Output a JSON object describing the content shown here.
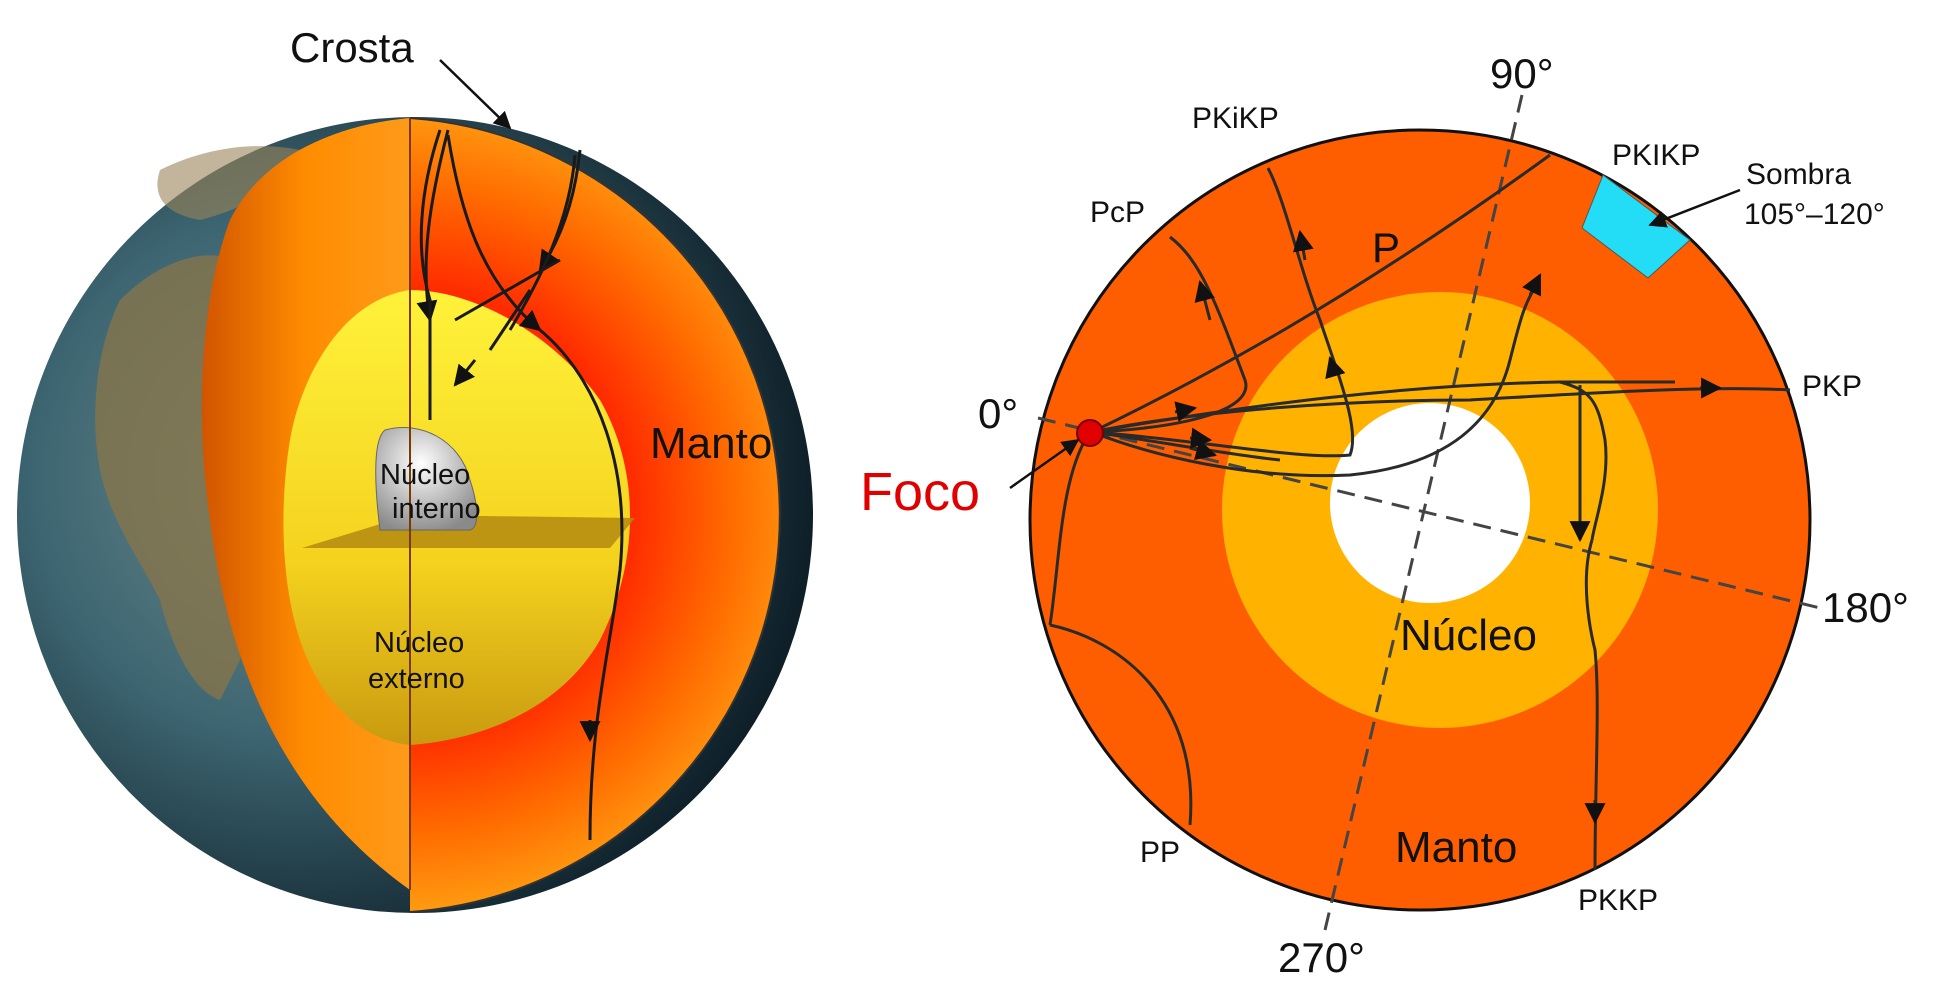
{
  "left_diagram": {
    "labels": {
      "crust": "Crosta",
      "mantle": "Manto",
      "inner_core": [
        "Núcleo",
        "interno"
      ],
      "outer_core": [
        "Núcleo",
        "externo"
      ]
    },
    "colors": {
      "mantle": "#ff7a00",
      "mantle_deep": "#ff3a00",
      "outer_core": "#f5d21a",
      "inner_core": "#bdbdbd",
      "ocean": "#2d5a6a",
      "land": "#8a7040"
    }
  },
  "right_diagram": {
    "labels": {
      "focus": "Foco",
      "core": "Núcleo",
      "mantle": "Manto",
      "p_wave": "P",
      "shadow": [
        "Sombra",
        "105°–120°"
      ]
    },
    "angles": {
      "deg0": "0°",
      "deg90": "90°",
      "deg180": "180°",
      "deg270": "270°"
    },
    "phases": {
      "pcp": "PcP",
      "pkikp_i": "PKiKP",
      "pkikp": "PKIKP",
      "pkp": "PKP",
      "pkkp": "PKKP",
      "pp": "PP"
    },
    "colors": {
      "mantle": "#ff5e00",
      "outer_core": "#ffb300",
      "inner_core": "#ffffff",
      "shadow": "#22ddf5",
      "focus": "#e00000"
    }
  }
}
